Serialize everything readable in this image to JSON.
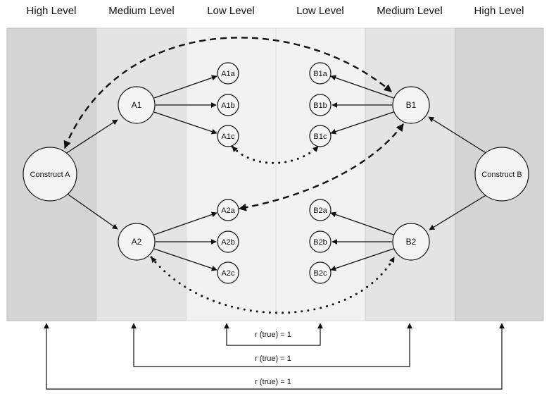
{
  "levels": [
    "High Level",
    "Medium Level",
    "Low Level",
    "Low Level",
    "Medium Level",
    "High Level"
  ],
  "colors": {
    "high_band": "#d4d4d4",
    "medium_band": "#e4e4e4",
    "low_band": "#f2f2f2",
    "band_border": "#bdbdbd",
    "node_fill": "#f4f4f4",
    "node_stroke": "#111111"
  },
  "nodes": {
    "construct_a": "Construct A",
    "construct_b": "Construct B",
    "a1": "A1",
    "a2": "A2",
    "b1": "B1",
    "b2": "B2",
    "a1a": "A1a",
    "a1b": "A1b",
    "a1c": "A1c",
    "a2a": "A2a",
    "a2b": "A2b",
    "a2c": "A2c",
    "b1a": "B1a",
    "b1b": "B1b",
    "b1c": "B1c",
    "b2a": "B2a",
    "b2b": "B2b",
    "b2c": "B2c"
  },
  "correlations": {
    "low": "r (true) = 1",
    "medium": "r (true) = 1",
    "high": "r (true) = 1"
  }
}
